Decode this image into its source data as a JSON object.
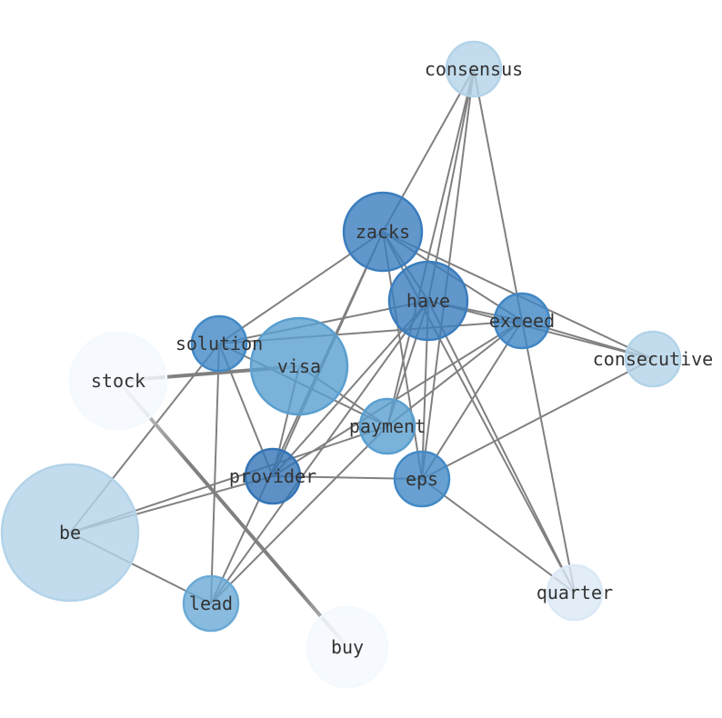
{
  "nodes": [
    {
      "id": "consensus",
      "label": "consensus",
      "color": "#b3d3e8"
    },
    {
      "id": "zacks",
      "label": "zacks",
      "color": "#3a7dbd"
    },
    {
      "id": "have",
      "label": "have",
      "color": "#3a7dbd"
    },
    {
      "id": "exceed",
      "label": "exceed",
      "color": "#3f86c4"
    },
    {
      "id": "consecutive",
      "label": "consecutive",
      "color": "#b3d3e8"
    },
    {
      "id": "solution",
      "label": "solution",
      "color": "#4289c6"
    },
    {
      "id": "visa",
      "label": "visa",
      "color": "#5a9fd0"
    },
    {
      "id": "stock",
      "label": "stock",
      "color": "#f4f9fe"
    },
    {
      "id": "payment",
      "label": "payment",
      "color": "#5a9fd0"
    },
    {
      "id": "provider",
      "label": "provider",
      "color": "#3474b6"
    },
    {
      "id": "eps",
      "label": "eps",
      "color": "#4289c6"
    },
    {
      "id": "be",
      "label": "be",
      "color": "#b3d3e8"
    },
    {
      "id": "lead",
      "label": "lead",
      "color": "#6aaad6"
    },
    {
      "id": "quarter",
      "label": "quarter",
      "color": "#dbe8f6"
    },
    {
      "id": "buy",
      "label": "buy",
      "color": "#f4f9fe"
    }
  ],
  "edges": [
    [
      "consensus",
      "zacks"
    ],
    [
      "consensus",
      "eps"
    ],
    [
      "consensus",
      "payment"
    ],
    [
      "consensus",
      "exceed"
    ],
    [
      "consensus",
      "have"
    ],
    [
      "zacks",
      "solution"
    ],
    [
      "zacks",
      "lead"
    ],
    [
      "zacks",
      "provider"
    ],
    [
      "zacks",
      "have"
    ],
    [
      "zacks",
      "exceed"
    ],
    [
      "zacks",
      "consecutive"
    ],
    [
      "zacks",
      "eps"
    ],
    [
      "zacks",
      "quarter"
    ],
    [
      "have",
      "solution"
    ],
    [
      "have",
      "exceed"
    ],
    [
      "have",
      "consecutive"
    ],
    [
      "have",
      "provider"
    ],
    [
      "have",
      "lead"
    ],
    [
      "have",
      "payment"
    ],
    [
      "have",
      "eps"
    ],
    [
      "have",
      "quarter"
    ],
    [
      "exceed",
      "solution"
    ],
    [
      "exceed",
      "provider"
    ],
    [
      "exceed",
      "payment"
    ],
    [
      "exceed",
      "eps"
    ],
    [
      "exceed",
      "quarter"
    ],
    [
      "exceed",
      "consecutive"
    ],
    [
      "solution",
      "payment"
    ],
    [
      "solution",
      "provider"
    ],
    [
      "solution",
      "lead"
    ],
    [
      "solution",
      "be"
    ],
    [
      "visa",
      "payment"
    ],
    [
      "visa",
      "provider"
    ],
    [
      "be",
      "lead"
    ],
    [
      "be",
      "provider"
    ],
    [
      "be",
      "payment"
    ],
    [
      "provider",
      "eps"
    ],
    [
      "eps",
      "quarter"
    ],
    [
      "eps",
      "consecutive"
    ],
    [
      "payment",
      "lead"
    ]
  ],
  "strong_edges": [
    [
      "stock",
      "visa"
    ],
    [
      "stock",
      "buy"
    ]
  ],
  "edge_color": "#808080"
}
